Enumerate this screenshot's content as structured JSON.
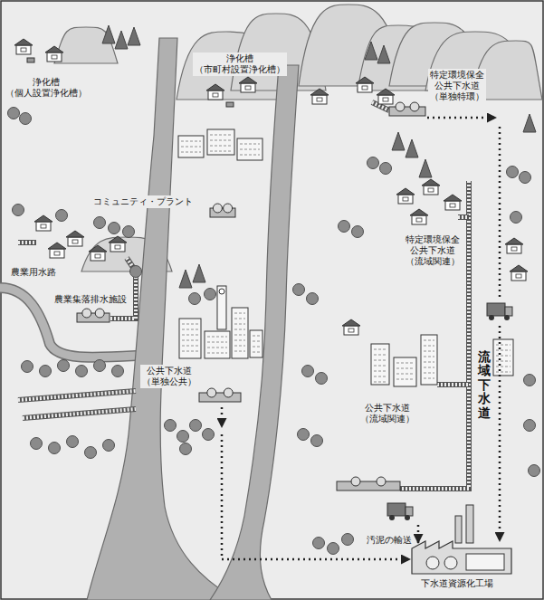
{
  "diagram": {
    "labels": [
      "浄化槽 （市町村設置浄化槽）",
      "浄化槽 （個人設置浄化槽）",
      "特定環境保全 公共下水道 （単独特環）",
      "コミュニティ・プラント",
      "特定環境保全 公共下水道 （流域関連）",
      "農業用水路",
      "農業集落排水施設",
      "流域下水道",
      "公共下水道 （単独公共）",
      "公共下水道 （流域関連）",
      "汚泥の輸送",
      "下水道資源化工場"
    ]
  }
}
